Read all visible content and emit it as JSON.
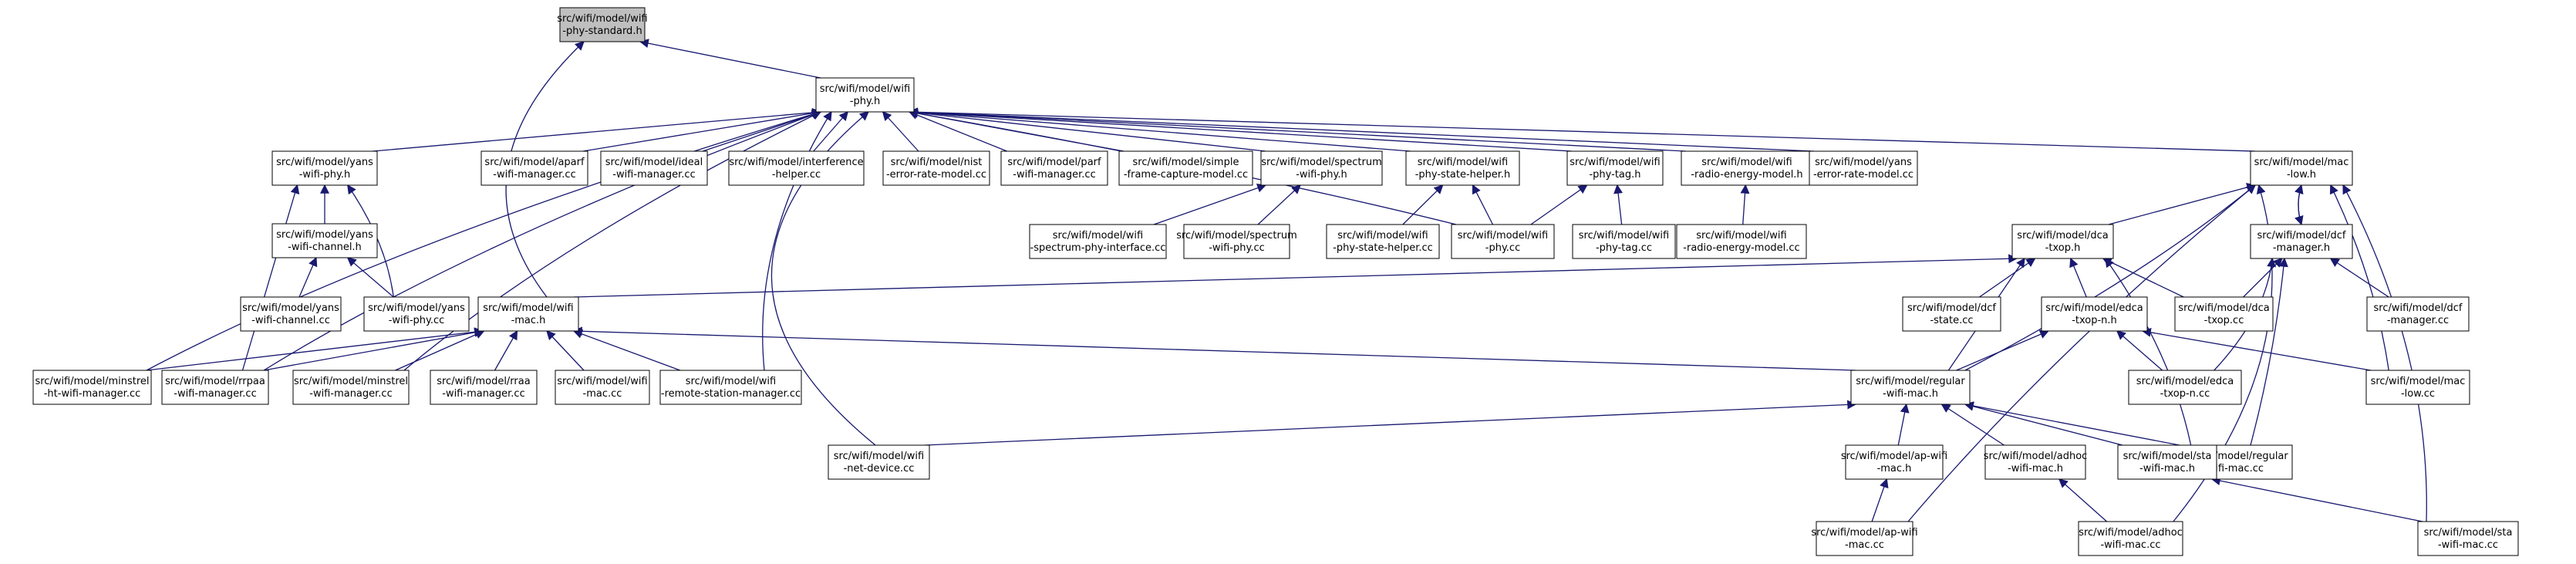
{
  "colors": {
    "edge": "#191970",
    "root_fill": "#bfbfbf",
    "node_fill": "#ffffff",
    "node_stroke": "#000000"
  },
  "nodes": {
    "wifi_phy_standard_h": [
      "src/wifi/model/wifi",
      "-phy-standard.h"
    ],
    "wifi_phy_h": [
      "src/wifi/model/wifi",
      "-phy.h"
    ],
    "yans_wifi_phy_h": [
      "src/wifi/model/yans",
      "-wifi-phy.h"
    ],
    "aparf_wifi_manager_cc": [
      "src/wifi/model/aparf",
      "-wifi-manager.cc"
    ],
    "ideal_wifi_manager_cc": [
      "src/wifi/model/ideal",
      "-wifi-manager.cc"
    ],
    "interference_helper_cc": [
      "src/wifi/model/interference",
      "-helper.cc"
    ],
    "nist_error_rate_model_cc": [
      "src/wifi/model/nist",
      "-error-rate-model.cc"
    ],
    "parf_wifi_manager_cc": [
      "src/wifi/model/parf",
      "-wifi-manager.cc"
    ],
    "simple_frame_capture_model_cc": [
      "src/wifi/model/simple",
      "-frame-capture-model.cc"
    ],
    "spectrum_wifi_phy_h": [
      "src/wifi/model/spectrum",
      "-wifi-phy.h"
    ],
    "wifi_phy_state_helper_h": [
      "src/wifi/model/wifi",
      "-phy-state-helper.h"
    ],
    "wifi_phy_tag_h": [
      "src/wifi/model/wifi",
      "-phy-tag.h"
    ],
    "wifi_radio_energy_model_h": [
      "src/wifi/model/wifi",
      "-radio-energy-model.h"
    ],
    "yans_error_rate_model_cc": [
      "src/wifi/model/yans",
      "-error-rate-model.cc"
    ],
    "mac_low_h": [
      "src/wifi/model/mac",
      "-low.h"
    ],
    "yans_wifi_channel_h": [
      "src/wifi/model/yans",
      "-wifi-channel.h"
    ],
    "wifi_spectrum_phy_interface_cc": [
      "src/wifi/model/wifi",
      "-spectrum-phy-interface.cc"
    ],
    "spectrum_wifi_phy_cc": [
      "src/wifi/model/spectrum",
      "-wifi-phy.cc"
    ],
    "wifi_phy_state_helper_cc": [
      "src/wifi/model/wifi",
      "-phy-state-helper.cc"
    ],
    "wifi_phy_cc": [
      "src/wifi/model/wifi",
      "-phy.cc"
    ],
    "wifi_phy_tag_cc": [
      "src/wifi/model/wifi",
      "-phy-tag.cc"
    ],
    "wifi_radio_energy_model_cc": [
      "src/wifi/model/wifi",
      "-radio-energy-model.cc"
    ],
    "dca_txop_h": [
      "src/wifi/model/dca",
      "-txop.h"
    ],
    "dcf_manager_h": [
      "src/wifi/model/dcf",
      "-manager.h"
    ],
    "yans_wifi_channel_cc": [
      "src/wifi/model/yans",
      "-wifi-channel.cc"
    ],
    "yans_wifi_phy_cc": [
      "src/wifi/model/yans",
      "-wifi-phy.cc"
    ],
    "wifi_mac_h": [
      "src/wifi/model/wifi",
      "-mac.h"
    ],
    "dcf_state_cc": [
      "src/wifi/model/dcf",
      "-state.cc"
    ],
    "edca_txop_n_h": [
      "src/wifi/model/edca",
      "-txop-n.h"
    ],
    "dca_txop_cc": [
      "src/wifi/model/dca",
      "-txop.cc"
    ],
    "dcf_manager_cc": [
      "src/wifi/model/dcf",
      "-manager.cc"
    ],
    "minstrel_ht_wifi_manager_cc": [
      "src/wifi/model/minstrel",
      "-ht-wifi-manager.cc"
    ],
    "rrpaa_wifi_manager_cc": [
      "src/wifi/model/rrpaa",
      "-wifi-manager.cc"
    ],
    "minstrel_wifi_manager_cc": [
      "src/wifi/model/minstrel",
      "-wifi-manager.cc"
    ],
    "rraa_wifi_manager_cc": [
      "src/wifi/model/rraa",
      "-wifi-manager.cc"
    ],
    "wifi_mac_cc": [
      "src/wifi/model/wifi",
      "-mac.cc"
    ],
    "wifi_remote_station_manager_cc": [
      "src/wifi/model/wifi",
      "-remote-station-manager.cc"
    ],
    "regular_wifi_mac_h": [
      "src/wifi/model/regular",
      "-wifi-mac.h"
    ],
    "edca_txop_n_cc": [
      "src/wifi/model/edca",
      "-txop-n.cc"
    ],
    "mac_low_cc": [
      "src/wifi/model/mac",
      "-low.cc"
    ],
    "wifi_net_device_cc": [
      "src/wifi/model/wifi",
      "-net-device.cc"
    ],
    "regular_wifi_mac_cc": [
      "src/wifi/model/regular",
      "-wifi-mac.cc"
    ],
    "ap_wifi_mac_h": [
      "src/wifi/model/ap-wifi",
      "-mac.h"
    ],
    "adhoc_wifi_mac_h": [
      "src/wifi/model/adhoc",
      "-wifi-mac.h"
    ],
    "sta_wifi_mac_h": [
      "src/wifi/model/sta",
      "-wifi-mac.h"
    ],
    "ap_wifi_mac_cc": [
      "src/wifi/model/ap-wifi",
      "-mac.cc"
    ],
    "adhoc_wifi_mac_cc": [
      "src/wifi/model/adhoc",
      "-wifi-mac.cc"
    ],
    "sta_wifi_mac_cc": [
      "src/wifi/model/sta",
      "-wifi-mac.cc"
    ]
  }
}
